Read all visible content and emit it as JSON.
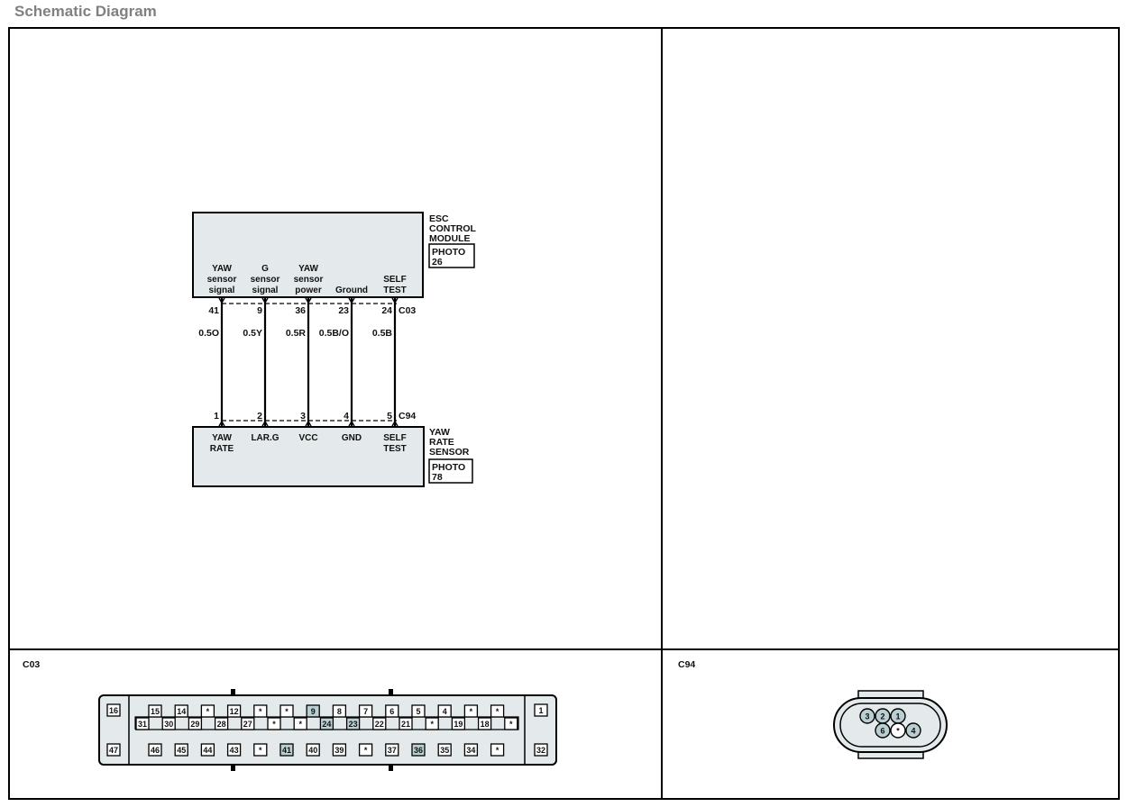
{
  "page_title": "Schematic Diagram",
  "colors": {
    "box_fill": "#e4eaeb",
    "line": "#000000",
    "highlight": "#b9cfd3",
    "title": "#808080"
  },
  "esc_module": {
    "name_lines": [
      "ESC",
      "CONTROL",
      "MODULE"
    ],
    "photo_lines": [
      "PHOTO",
      "26"
    ],
    "connector": "C03",
    "signals": [
      {
        "lines": [
          "YAW",
          "sensor",
          "signal"
        ]
      },
      {
        "lines": [
          "G",
          "sensor",
          "signal"
        ]
      },
      {
        "lines": [
          "YAW",
          "sensor",
          "power"
        ]
      },
      {
        "lines": [
          "Ground"
        ]
      },
      {
        "lines": [
          "SELF",
          "TEST"
        ]
      }
    ]
  },
  "wires": [
    {
      "module_pin": "41",
      "color": "0.5O",
      "sensor_pin": "1"
    },
    {
      "module_pin": "9",
      "color": "0.5Y",
      "sensor_pin": "2"
    },
    {
      "module_pin": "36",
      "color": "0.5R",
      "sensor_pin": "3"
    },
    {
      "module_pin": "23",
      "color": "0.5B/O",
      "sensor_pin": "4"
    },
    {
      "module_pin": "24",
      "color": "0.5B",
      "sensor_pin": "5"
    }
  ],
  "yaw_sensor": {
    "name_lines": [
      "YAW",
      "RATE",
      "SENSOR"
    ],
    "photo_lines": [
      "PHOTO",
      "78"
    ],
    "connector": "C94",
    "signals": [
      {
        "lines": [
          "YAW",
          "RATE"
        ]
      },
      {
        "lines": [
          "LAR.G"
        ]
      },
      {
        "lines": [
          "VCC"
        ]
      },
      {
        "lines": [
          "GND"
        ]
      },
      {
        "lines": [
          "SELF",
          "TEST"
        ]
      }
    ]
  },
  "c03_face": {
    "label": "C03",
    "left_pins": [
      "16",
      "47"
    ],
    "right_pins": [
      "1",
      "32"
    ],
    "row1": [
      "15",
      "14",
      "*",
      "12",
      "*",
      "*",
      "9",
      "8",
      "7",
      "6",
      "5",
      "4",
      "*",
      "*"
    ],
    "row2": [
      "31",
      "30",
      "29",
      "28",
      "27",
      "*",
      "*",
      "24",
      "23",
      "22",
      "21",
      "*",
      "19",
      "18",
      "*"
    ],
    "row3": [
      "46",
      "45",
      "44",
      "43",
      "*",
      "41",
      "40",
      "39",
      "*",
      "37",
      "36",
      "35",
      "34",
      "*"
    ],
    "highlighted": [
      "9",
      "24",
      "23",
      "41",
      "36"
    ]
  },
  "c94_face": {
    "label": "C94",
    "top_row": [
      "3",
      "2",
      "1"
    ],
    "bottom_row": [
      "6",
      "*",
      "4"
    ],
    "highlighted": [
      "3",
      "2",
      "1",
      "6",
      "4"
    ]
  }
}
